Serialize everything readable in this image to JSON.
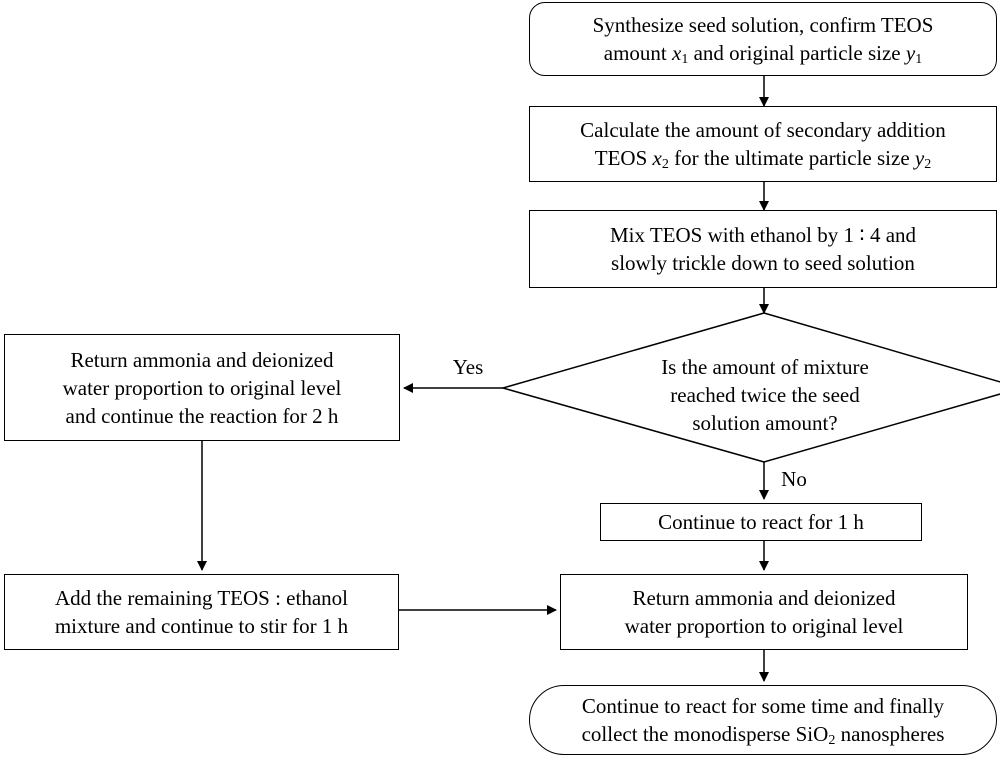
{
  "flowchart": {
    "seed": {
      "line1": "Synthesize seed solution, confirm TEOS",
      "line2_a": "amount ",
      "x_var": "x",
      "x_sub": "1",
      "line2_b": " and original particle size ",
      "y_var": "y",
      "y_sub": "1"
    },
    "calculate": {
      "line1": "Calculate the amount of secondary addition",
      "line2_a": "TEOS ",
      "x_var": "x",
      "x_sub": "2",
      "line2_b": " for the ultimate particle size ",
      "y_var": "y",
      "y_sub": "2"
    },
    "mix": {
      "line1": "Mix TEOS with ethanol by 1 ∶ 4 and",
      "line2": "slowly trickle down to seed solution"
    },
    "decision": {
      "line1": "Is the amount of mixture",
      "line2": "reached twice the seed",
      "line3": "solution amount?"
    },
    "yes_label": "Yes",
    "no_label": "No",
    "return_continue": {
      "line1": "Return ammonia and deionized",
      "line2": "water proportion to original level",
      "line3": "and continue the reaction for 2 h"
    },
    "add_remaining": {
      "line1": "Add the remaining TEOS : ethanol",
      "line2": "mixture and continue to stir for 1 h"
    },
    "continue_react": {
      "line1": "Continue to react for 1 h"
    },
    "return_level": {
      "line1": "Return ammonia and deionized",
      "line2": "water proportion to original level"
    },
    "final": {
      "line1": "Continue to react for some time and finally",
      "line2_a": "collect the monodisperse SiO",
      "line2_sub": "2",
      "line2_b": " nanospheres"
    }
  }
}
